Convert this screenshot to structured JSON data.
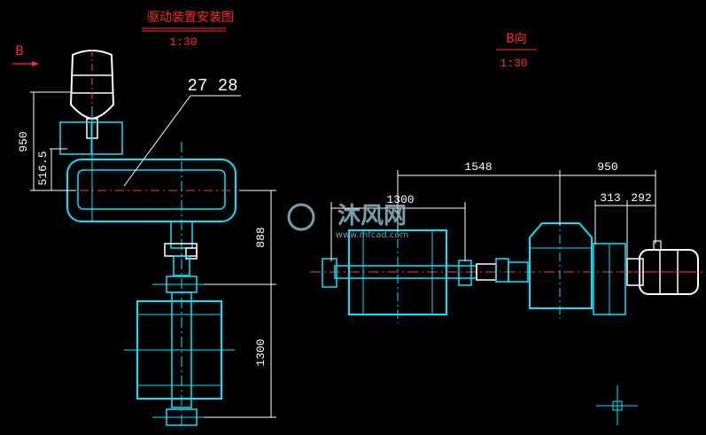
{
  "colors": {
    "background": "#000000",
    "geometry": "#00e5ff",
    "dimension": "#ffffff",
    "title": "#ff2a2a",
    "centerline": "#ff3b3b",
    "motor": "#ffffff",
    "watermark": "#8fb8c8"
  },
  "titles": {
    "main": "驱动装置安装图",
    "main_scale": "1:30",
    "view": "B向",
    "view_scale": "1:30",
    "view_marker": "B"
  },
  "labels": {
    "part_refs": "27 28"
  },
  "dimensions": {
    "d950_left": "950",
    "d516": "516.5",
    "d888": "888",
    "d1300_left": "1300",
    "d1548": "1548",
    "d1300_top": "1300",
    "d950_right": "950",
    "d313": "313",
    "d292": "292"
  },
  "watermark": {
    "brand": "沐风网",
    "url": "www.mfcad.com"
  }
}
